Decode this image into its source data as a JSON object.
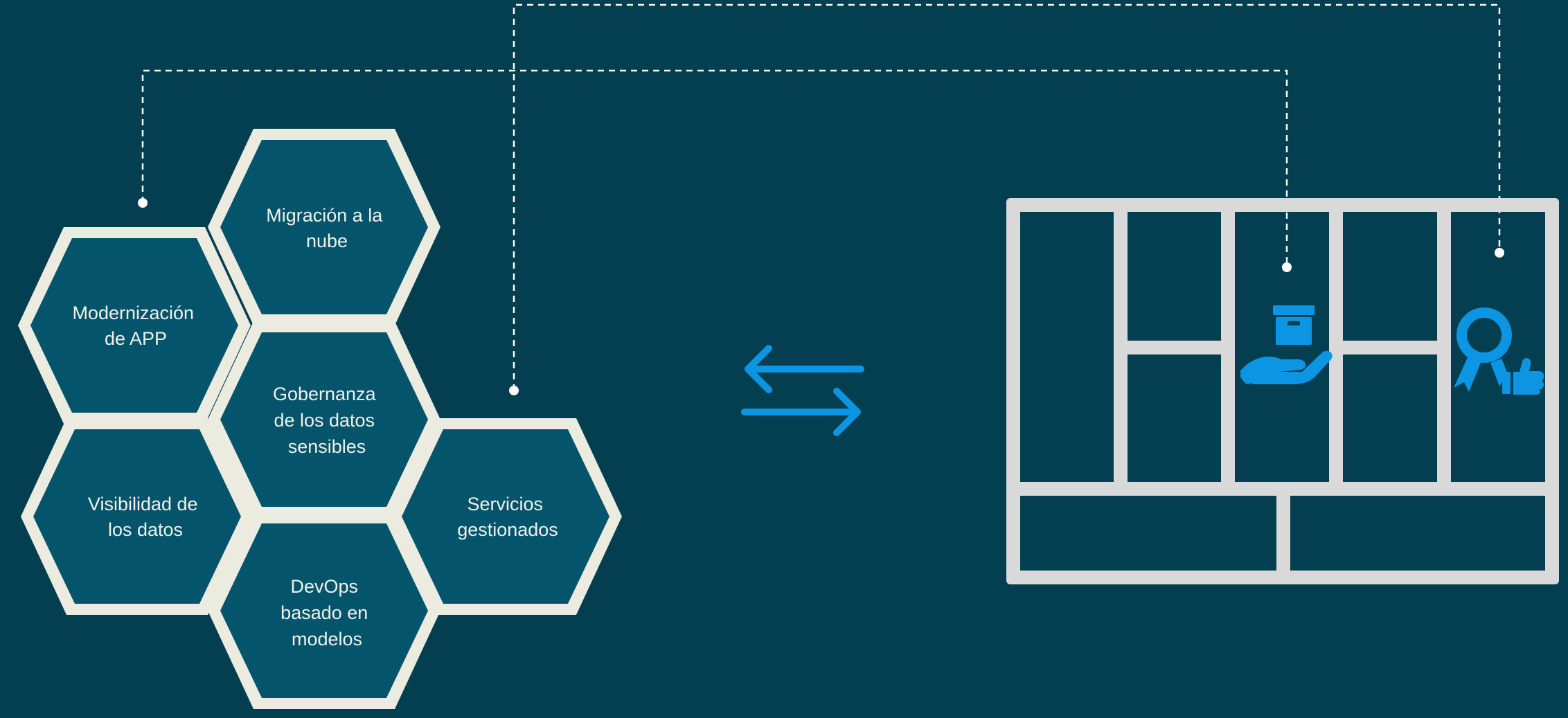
{
  "colors": {
    "background": "#033f50",
    "hex_fill": "#04546c",
    "hex_border": "#ecebe0",
    "connector": "#ffffff",
    "accent": "#0b95e2",
    "shelf": "#d9d9d9"
  },
  "hexagons": [
    {
      "id": "modernizacion",
      "lines": [
        "Modernización",
        "de APP"
      ]
    },
    {
      "id": "migracion",
      "lines": [
        "Migración a la",
        "nube"
      ]
    },
    {
      "id": "gobernanza",
      "lines": [
        "Gobernanza",
        "de los datos",
        "sensibles"
      ]
    },
    {
      "id": "visibilidad",
      "lines": [
        "Visibilidad de",
        "los datos"
      ]
    },
    {
      "id": "devops",
      "lines": [
        "DevOps",
        "basado en",
        "modelos"
      ]
    },
    {
      "id": "servicios",
      "lines": [
        "Servicios",
        "gestionados"
      ]
    }
  ],
  "icons": {
    "exchange": "exchange-arrows-icon",
    "delivery": "hand-holding-box-icon",
    "quality": "award-ribbon-thumbs-up-icon"
  }
}
